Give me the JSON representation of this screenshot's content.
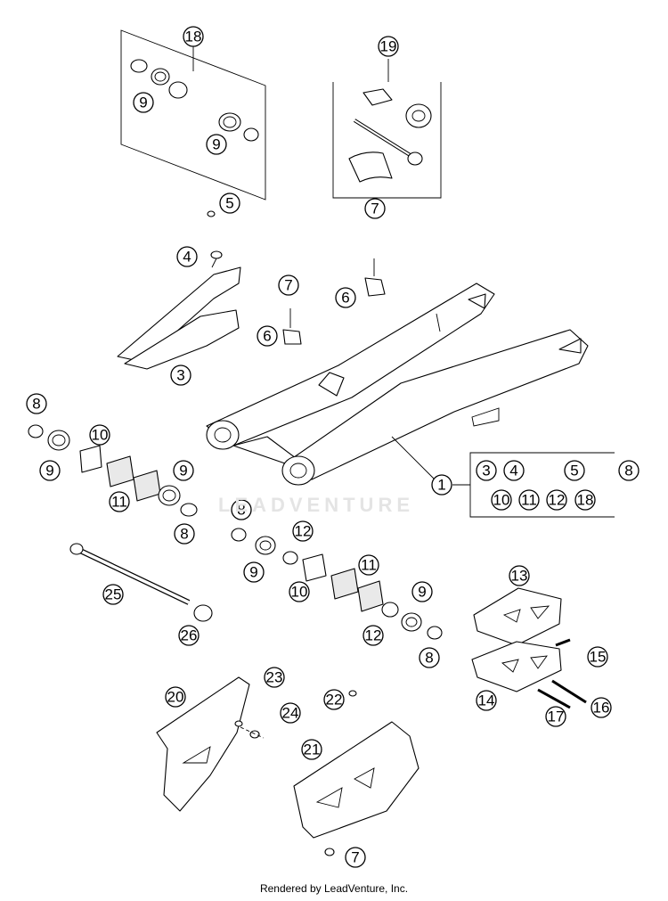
{
  "watermark": "LEADVENTURE",
  "footer": "Rendered by LeadVenture, Inc.",
  "callouts": [
    "18",
    "9",
    "9",
    "19",
    "5",
    "4",
    "7",
    "7",
    "6",
    "6",
    "3",
    "8",
    "10",
    "9",
    "9",
    "11",
    "8",
    "1",
    "3",
    "4",
    "5",
    "8",
    "10",
    "11",
    "12",
    "18",
    "8",
    "12",
    "9",
    "11",
    "10",
    "9",
    "12",
    "8",
    "13",
    "25",
    "26",
    "15",
    "14",
    "17",
    "16",
    "20",
    "23",
    "22",
    "24",
    "21",
    "7"
  ]
}
